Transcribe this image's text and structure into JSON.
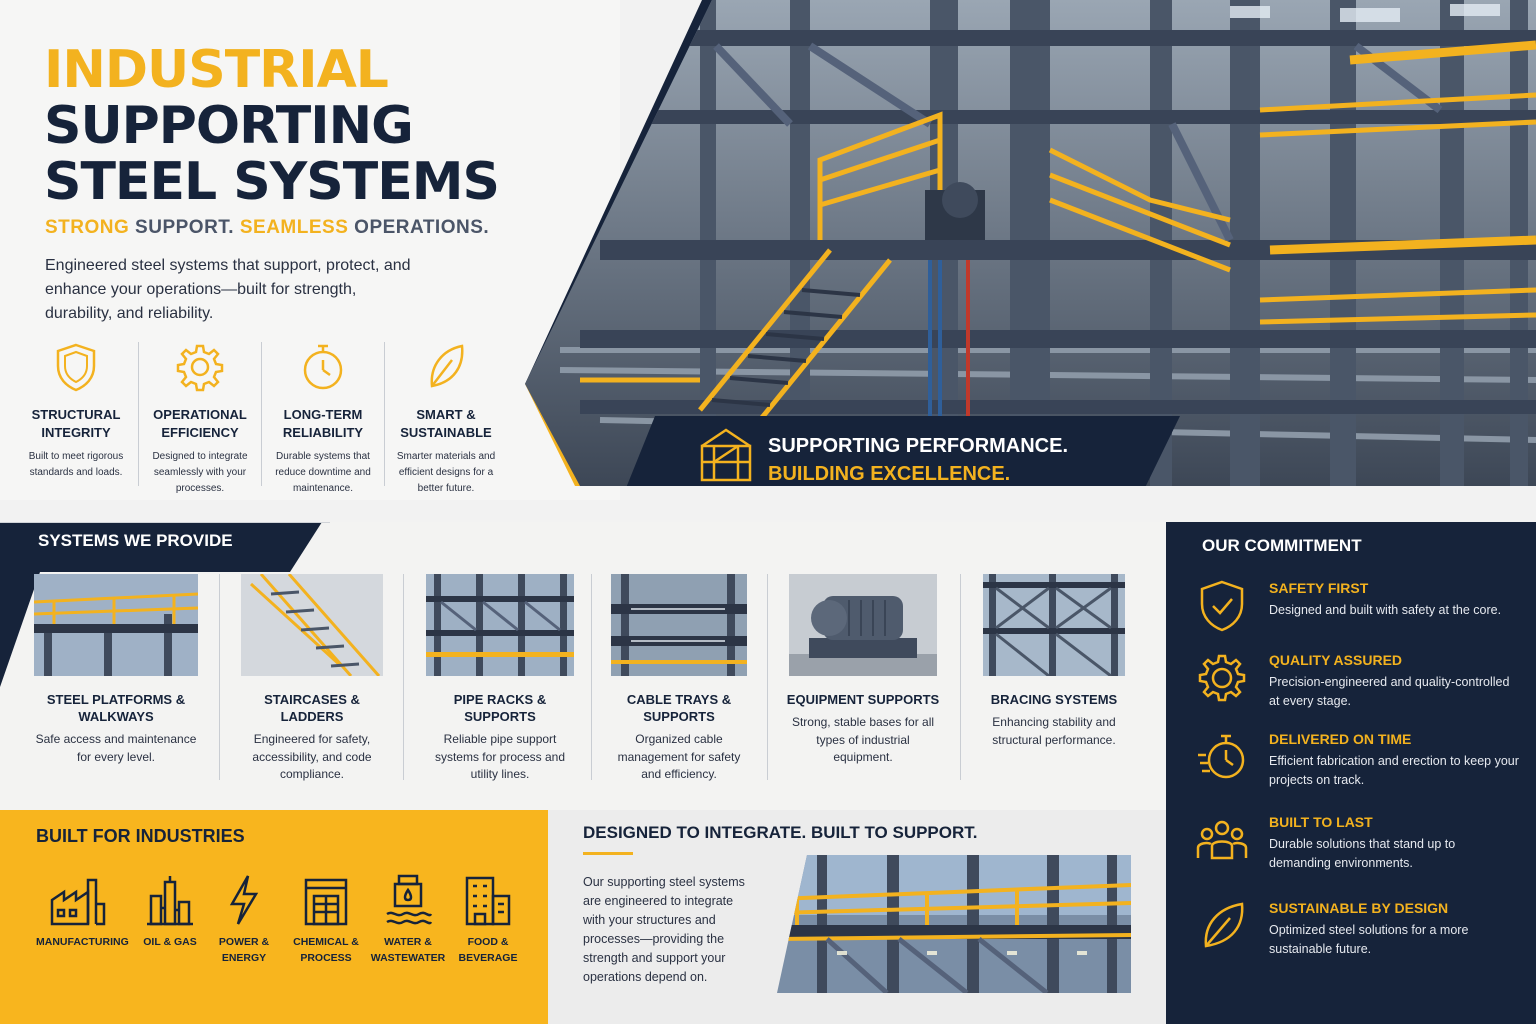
{
  "hero": {
    "title_line1": "INDUSTRIAL",
    "title_line2": "SUPPORTING",
    "title_line3": "STEEL SYSTEMS",
    "tagline": [
      "STRONG",
      " SUPPORT. ",
      "SEAMLESS",
      " OPERATIONS."
    ],
    "intro": "Engineered steel systems that support, protect, and enhance your operations—built for strength, durability, and reliability.",
    "features": [
      {
        "icon": "shield-icon",
        "title": "STRUCTURAL INTEGRITY",
        "desc": "Built to meet rigorous standards and loads."
      },
      {
        "icon": "gear-icon",
        "title": "OPERATIONAL EFFICIENCY",
        "desc": "Designed to integrate seamlessly with your processes."
      },
      {
        "icon": "stopwatch-icon",
        "title": "LONG-TERM RELIABILITY",
        "desc": "Durable systems that reduce downtime and maintenance."
      },
      {
        "icon": "leaf-icon",
        "title": "SMART & SUSTAINABLE",
        "desc": "Smarter materials and efficient designs for a better future."
      }
    ],
    "banner_line1": "SUPPORTING PERFORMANCE.",
    "banner_line2": "BUILDING EXCELLENCE."
  },
  "systems": {
    "heading": "SYSTEMS WE PROVIDE",
    "items": [
      {
        "title": "STEEL PLATFORMS & WALKWAYS",
        "desc": "Safe access and maintenance for every level."
      },
      {
        "title": "STAIRCASES & LADDERS",
        "desc": "Engineered for safety, accessibility, and code compliance."
      },
      {
        "title": "PIPE RACKS & SUPPORTS",
        "desc": "Reliable pipe support systems for process and utility lines."
      },
      {
        "title": "CABLE TRAYS & SUPPORTS",
        "desc": "Organized cable management for safety and efficiency."
      },
      {
        "title": "EQUIPMENT SUPPORTS",
        "desc": "Strong, stable bases for all types of industrial equipment."
      },
      {
        "title": "BRACING SYSTEMS",
        "desc": "Enhancing stability and structural performance."
      }
    ]
  },
  "commitment": {
    "heading": "OUR COMMITMENT",
    "items": [
      {
        "icon": "shield-check-icon",
        "title": "SAFETY FIRST",
        "desc": "Designed and built with safety at the core."
      },
      {
        "icon": "gear-icon",
        "title": "QUALITY ASSURED",
        "desc": "Precision-engineered and quality-controlled at every stage."
      },
      {
        "icon": "stopwatch-icon",
        "title": "DELIVERED ON TIME",
        "desc": "Efficient fabrication and erection to keep your projects on track."
      },
      {
        "icon": "team-icon",
        "title": "BUILT TO LAST",
        "desc": "Durable solutions that stand up to demanding environments."
      },
      {
        "icon": "leaf-icon",
        "title": "SUSTAINABLE BY DESIGN",
        "desc": "Optimized steel solutions for a more sustainable future."
      }
    ]
  },
  "industries": {
    "heading": "BUILT FOR INDUSTRIES",
    "items": [
      {
        "icon": "factory-icon",
        "label": "MANUFACTURING"
      },
      {
        "icon": "refinery-icon",
        "label": "OIL & GAS"
      },
      {
        "icon": "lightning-icon",
        "label": "POWER & ENERGY"
      },
      {
        "icon": "chemical-plant-icon",
        "label": "CHEMICAL & PROCESS"
      },
      {
        "icon": "water-tower-icon",
        "label": "WATER & WASTEWATER"
      },
      {
        "icon": "food-building-icon",
        "label": "FOOD & BEVERAGE"
      }
    ]
  },
  "integrate": {
    "heading": "DESIGNED TO INTEGRATE. BUILT TO SUPPORT.",
    "desc": "Our supporting steel systems are engineered to integrate with your structures and processes—providing the strength and support your operations depend on."
  },
  "colors": {
    "accent": "#f3b21f",
    "navy": "#16233a",
    "steel": "#4a5668"
  }
}
